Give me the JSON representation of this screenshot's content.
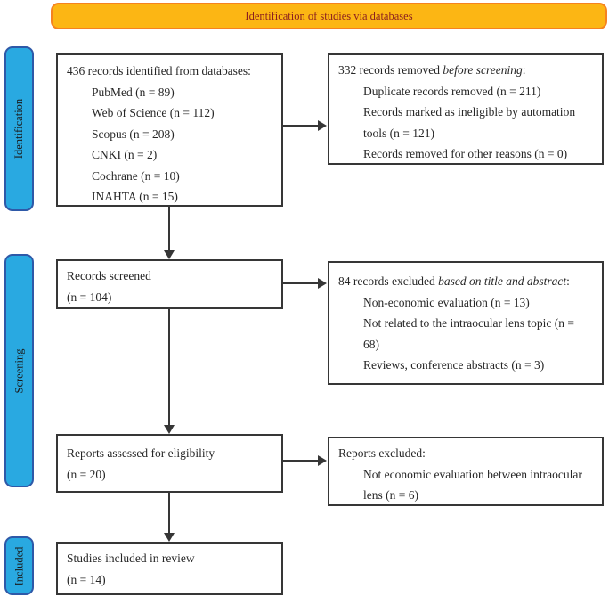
{
  "banner": {
    "label": "Identification of studies via databases"
  },
  "sidebar": {
    "identification": "Identification",
    "screening": "Screening",
    "included": "Included"
  },
  "boxes": {
    "identified": {
      "title": "436 records identified from databases:",
      "items": [
        "PubMed (n = 89)",
        "Web of Science (n = 112)",
        "Scopus (n = 208)",
        "CNKI (n = 2)",
        "Cochrane (n = 10)",
        "INAHTA (n = 15)"
      ]
    },
    "removed": {
      "title_prefix": "332 records removed ",
      "title_italic": "before screening",
      "title_suffix": ":",
      "items": [
        "Duplicate records removed (n = 211)",
        "Records marked as ineligible by automation tools (n = 121)",
        "Records removed for other reasons (n = 0)"
      ]
    },
    "screened": {
      "line1": "Records screened",
      "line2": "(n = 104)"
    },
    "excluded": {
      "title_prefix": "84 records excluded ",
      "title_italic": "based on title and abstract",
      "title_suffix": ":",
      "items": [
        "Non-economic evaluation (n = 13)",
        "Not related to the intraocular lens topic (n = 68)",
        "Reviews, conference abstracts (n = 3)"
      ]
    },
    "assessed": {
      "line1": "Reports assessed for eligibility",
      "line2": "(n = 20)"
    },
    "reports_excluded": {
      "title": "Reports excluded:",
      "items": [
        "Not economic evaluation between intraocular lens (n = 6)"
      ]
    },
    "included_review": {
      "line1": "Studies included in review",
      "line2": "(n = 14)"
    }
  },
  "colors": {
    "banner_fill": "#FCB614",
    "banner_border": "#F58220",
    "banner_text": "#8B2020",
    "stage_fill": "#29A9E1",
    "stage_border": "#2E59A8",
    "box_border": "#363636",
    "arrow": "#363636"
  }
}
